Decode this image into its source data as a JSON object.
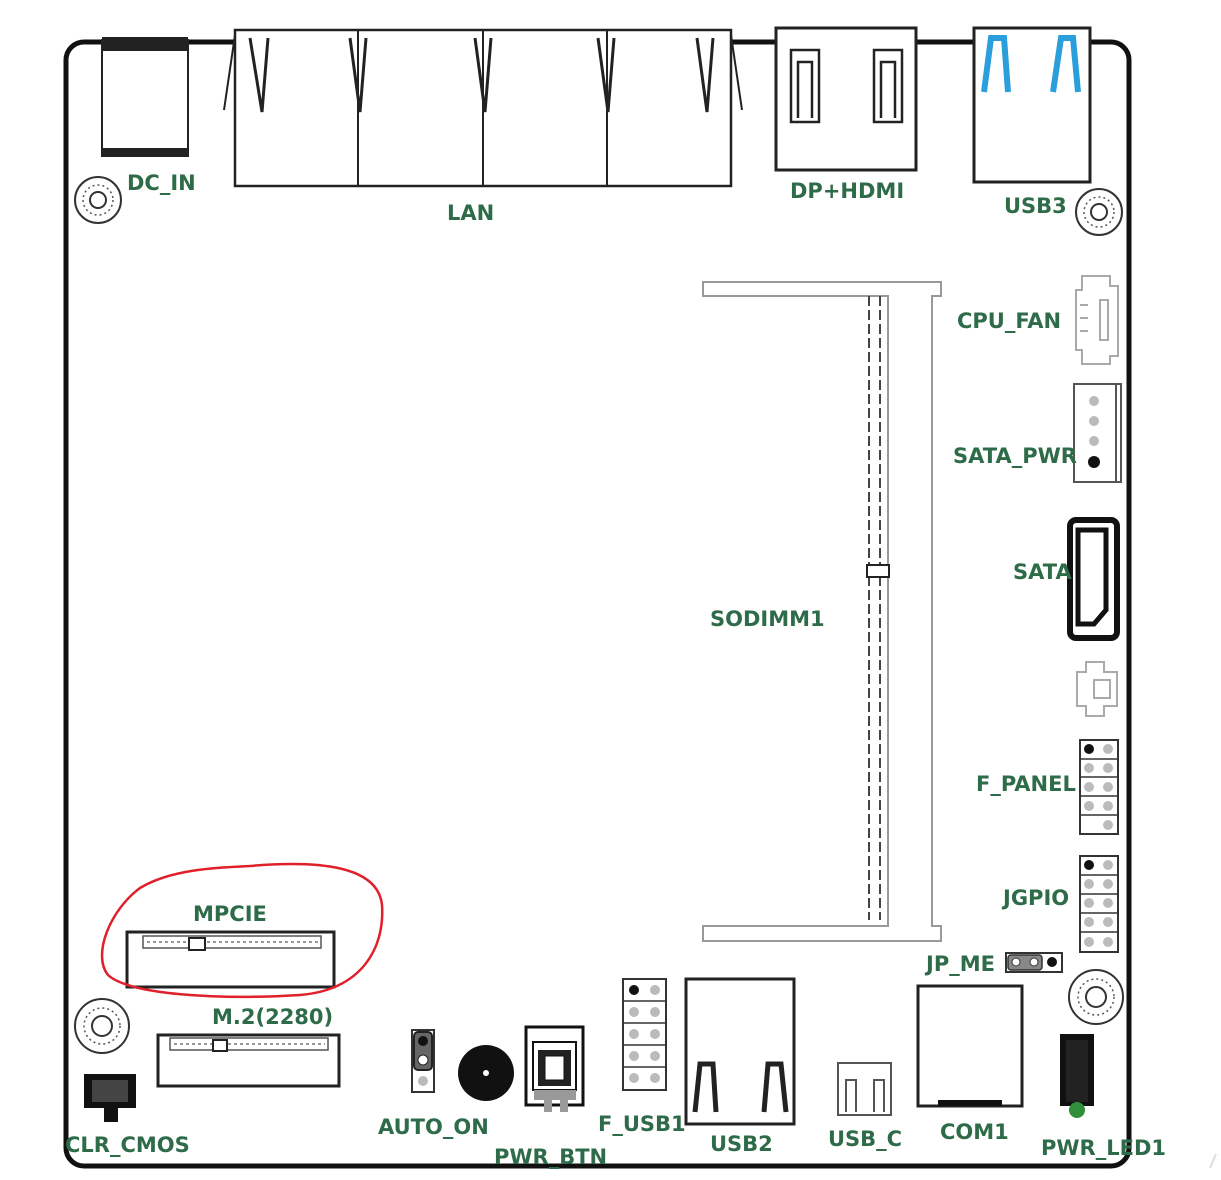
{
  "labels": {
    "dc_in": "DC_IN",
    "lan": "LAN",
    "dp_hdmi": "DP+HDMI",
    "usb3": "USB3",
    "cpu_fan": "CPU_FAN",
    "sata_pwr": "SATA_PWR",
    "sata": "SATA",
    "sodimm1": "SODIMM1",
    "f_panel": "F_PANEL",
    "jgpio": "JGPIO",
    "jp_me": "JP_ME",
    "mpcie": "MPCIE",
    "m2": "M.2(2280)",
    "clr_cmos": "CLR_CMOS",
    "auto_on": "AUTO_ON",
    "pwr_btn": "PWR_BTN",
    "f_usb1": "F_USB1",
    "usb2": "USB2",
    "usb_c": "USB_C",
    "com1": "COM1",
    "pwr_led1": "PWR_LED1"
  },
  "colors": {
    "board_outline": "#111111",
    "label_text": "#2e6b48",
    "highlight_circle": "#e0202a",
    "usb3_accent": "#2a9fdc",
    "led_green": "#2f8f3a"
  },
  "highlight": {
    "target": "MPCIE"
  }
}
